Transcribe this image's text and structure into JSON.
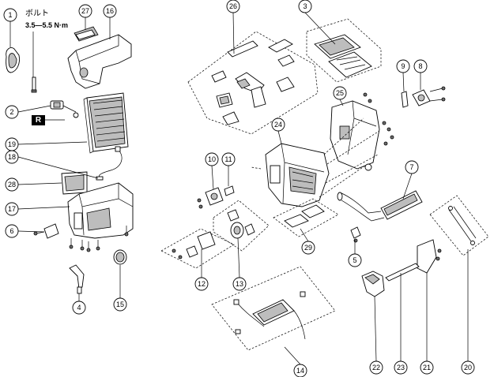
{
  "annotations": {
    "bolt_label": "ボルト",
    "torque_label": "3.5—5.5 N·m",
    "r_mark": "R"
  },
  "callouts": [
    "1",
    "2",
    "3",
    "4",
    "5",
    "6",
    "7",
    "8",
    "9",
    "10",
    "11",
    "12",
    "13",
    "14",
    "15",
    "16",
    "17",
    "18",
    "19",
    "20",
    "21",
    "22",
    "23",
    "24",
    "25",
    "26",
    "27",
    "28",
    "29"
  ],
  "colors": {
    "line": "#000000",
    "shade": "#bdbdbd",
    "dark": "#6e6e6e"
  }
}
